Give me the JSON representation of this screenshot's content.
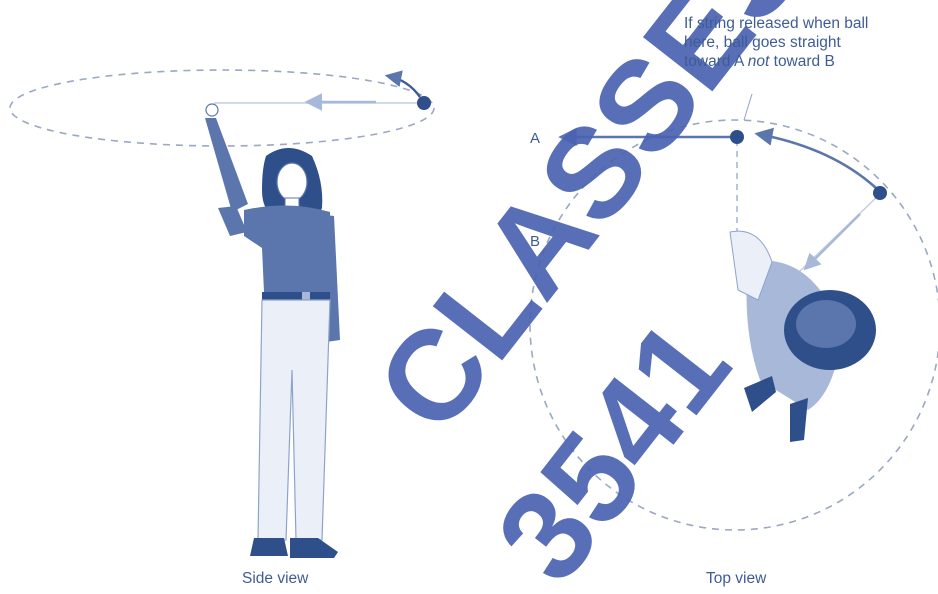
{
  "colors": {
    "figure": "#5b76ad",
    "figure_dark": "#2f4f8a",
    "figure_light": "#a7b8d8",
    "pants": "#ebf0f8",
    "dash": "#9aa8c4",
    "watermark": "#4a63b3"
  },
  "side_view": {
    "caption": "Side view"
  },
  "top_view": {
    "caption": "Top view",
    "label_a": "A",
    "label_b": "B",
    "note_line1": "If string released when ball",
    "note_line2": "here, ball goes straight",
    "note_line3_pre": "toward A ",
    "note_line3_em": "not",
    "note_line3_post": " toward B"
  },
  "watermark": {
    "line1": "CLASSES",
    "line2": "3541"
  }
}
